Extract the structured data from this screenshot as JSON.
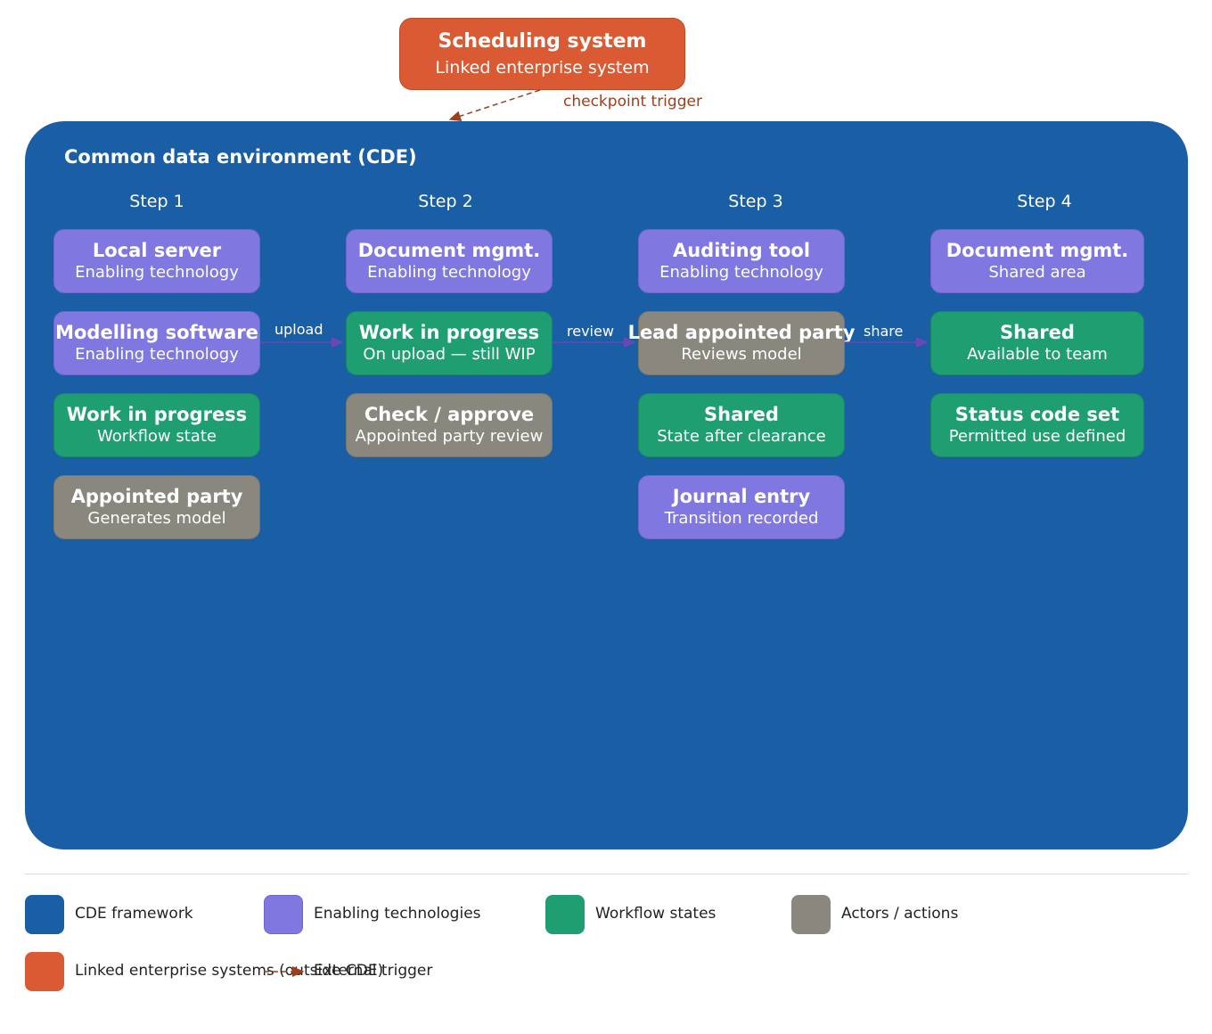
{
  "external": {
    "title": "Scheduling system",
    "subtitle": "Linked enterprise system",
    "trigger_label": "checkpoint trigger"
  },
  "cde": {
    "title": "Common data environment (CDE)",
    "steps": [
      "Step 1",
      "Step 2",
      "Step 3",
      "Step 4"
    ]
  },
  "columns": [
    [
      {
        "title": "Local server",
        "subtitle": "Enabling technology",
        "kind": "enabling"
      },
      {
        "title": "Modelling software",
        "subtitle": "Enabling technology",
        "kind": "enabling"
      },
      {
        "title": "Work in progress",
        "subtitle": "Workflow state",
        "kind": "workflow"
      },
      {
        "title": "Appointed party",
        "subtitle": "Generates model",
        "kind": "actor"
      }
    ],
    [
      {
        "title": "Document mgmt.",
        "subtitle": "Enabling technology",
        "kind": "enabling"
      },
      {
        "title": "Work in progress",
        "subtitle": "On upload — still WIP",
        "kind": "workflow"
      },
      {
        "title": "Check / approve",
        "subtitle": "Appointed party review",
        "kind": "actor"
      }
    ],
    [
      {
        "title": "Auditing tool",
        "subtitle": "Enabling technology",
        "kind": "enabling"
      },
      {
        "title": "Lead appointed party",
        "subtitle": "Reviews model",
        "kind": "actor"
      },
      {
        "title": "Shared",
        "subtitle": "State after clearance",
        "kind": "workflow"
      },
      {
        "title": "Journal entry",
        "subtitle": "Transition recorded",
        "kind": "enabling"
      }
    ],
    [
      {
        "title": "Document mgmt.",
        "subtitle": "Shared area",
        "kind": "enabling"
      },
      {
        "title": "Shared",
        "subtitle": "Available to team",
        "kind": "workflow"
      },
      {
        "title": "Status code set",
        "subtitle": "Permitted use defined",
        "kind": "workflow"
      }
    ]
  ],
  "edges": {
    "upload": "upload",
    "review": "review",
    "share": "share"
  },
  "legend": {
    "cde": "CDE framework",
    "enabling": "Enabling technologies",
    "workflow": "Workflow states",
    "actor": "Actors / actions",
    "external": "Linked enterprise systems (outside CDE)",
    "trigger": "External trigger"
  },
  "colors": {
    "cde": "#1a5ea6",
    "enabling": "#8077e0",
    "workflow": "#1f9e72",
    "actor": "#8a887e",
    "external": "#d95a33",
    "flow_arrow": "#6a46b8",
    "trigger_arrow": "#9c3f1f"
  }
}
